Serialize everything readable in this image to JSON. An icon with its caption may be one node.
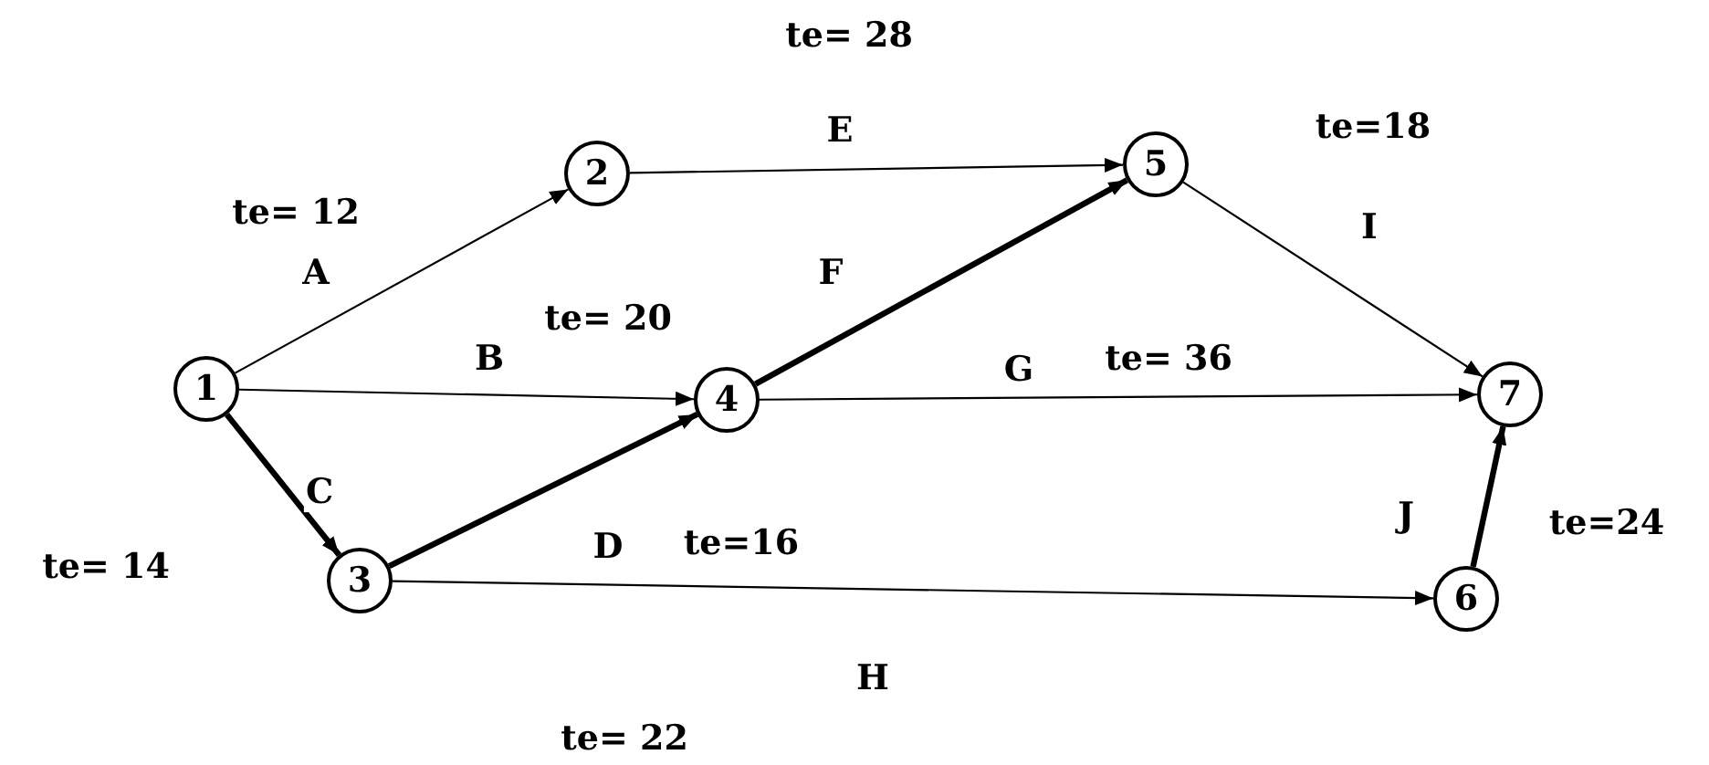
{
  "diagram": {
    "nodes": [
      {
        "text": [
          "1"
        ]
      },
      {
        "text": [
          "2"
        ]
      },
      {
        "text": [
          "3"
        ]
      },
      {
        "text": [
          "4"
        ]
      },
      {
        "text": [
          "5"
        ]
      },
      {
        "text": [
          "6"
        ]
      },
      {
        "text": [
          "7"
        ]
      }
    ],
    "edges": [
      {
        "from": 0,
        "to": 1,
        "arrow": "to",
        "label": "A"
      },
      {
        "from": 0,
        "to": 3,
        "arrow": "to",
        "label": "B"
      },
      {
        "from": 0,
        "to": 2,
        "arrow": "to",
        "label": "C",
        "style": "thick"
      },
      {
        "from": 2,
        "to": 3,
        "arrow": "to",
        "label": "D",
        "style": "thick"
      },
      {
        "from": 1,
        "to": 4,
        "arrow": "to",
        "label": "E"
      },
      {
        "from": 3,
        "to": 4,
        "arrow": "to",
        "label": "F",
        "style": "thick"
      },
      {
        "from": 3,
        "to": 6,
        "arrow": "to",
        "label": "G"
      },
      {
        "from": 2,
        "to": 5,
        "arrow": "to",
        "label": "H"
      },
      {
        "from": 4,
        "to": 6,
        "arrow": "to",
        "label": "I"
      },
      {
        "from": 5,
        "to": 6,
        "arrow": "to",
        "label": "J",
        "style": "thick"
      }
    ],
    "labels": [
      "te= 28",
      "te=18",
      "te= 12",
      "te= 20",
      "te= 36",
      "te= 14",
      "te=16",
      "te=24",
      "te= 22"
    ]
  }
}
